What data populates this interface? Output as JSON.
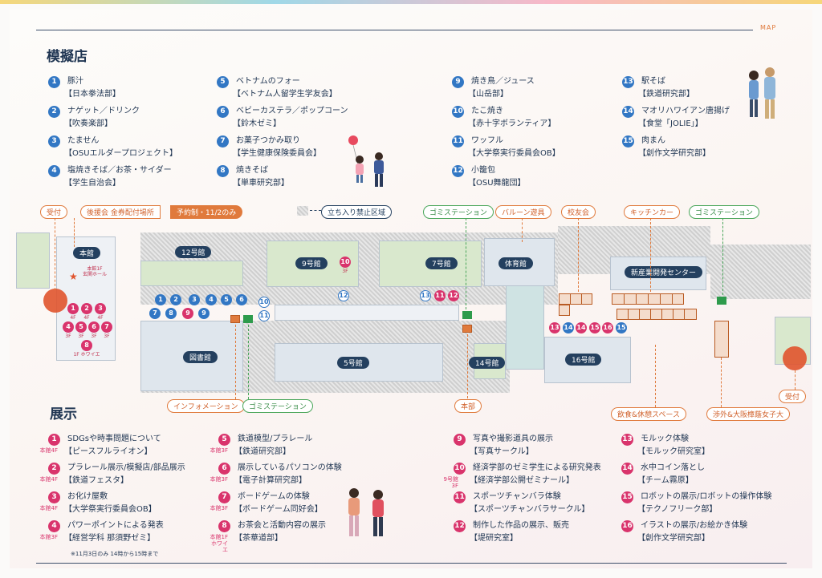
{
  "header": {
    "map_label": "MAP"
  },
  "stalls_section": {
    "title": "模擬店",
    "items": [
      {
        "n": "1",
        "title": "豚汁",
        "org": "【日本拳法部】"
      },
      {
        "n": "2",
        "title": "ナゲット／ドリンク",
        "org": "【吹奏楽部】"
      },
      {
        "n": "3",
        "title": "たません",
        "org": "【OSUエルダープロジェクト】"
      },
      {
        "n": "4",
        "title": "塩焼きそば／お茶・サイダー",
        "org": "【学生自治会】"
      },
      {
        "n": "5",
        "title": "ベトナムのフォー",
        "org": "【ベトナム人留学生学友会】"
      },
      {
        "n": "6",
        "title": "ベビーカステラ／ポップコーン",
        "org": "【鈴木ゼミ】"
      },
      {
        "n": "7",
        "title": "お菓子つかみ取り",
        "org": "【学生健康保険委員会】"
      },
      {
        "n": "8",
        "title": "焼きそば",
        "org": "【単車研究部】"
      },
      {
        "n": "9",
        "title": "焼き鳥／ジュース",
        "org": "【山岳部】"
      },
      {
        "n": "10",
        "title": "たこ焼き",
        "org": "【赤十字ボランティア】"
      },
      {
        "n": "11",
        "title": "ワッフル",
        "org": "【大学祭実行委員会OB】"
      },
      {
        "n": "12",
        "title": "小籠包",
        "org": "【OSU舞龍団】"
      },
      {
        "n": "13",
        "title": "駅そば",
        "org": "【鉄道研究部】"
      },
      {
        "n": "14",
        "title": "マオリハワイアン唐揚げ",
        "org": "【食堂「JOLIE」】"
      },
      {
        "n": "15",
        "title": "肉まん",
        "org": "【創作文学研究部】"
      }
    ]
  },
  "exhibits_section": {
    "title": "展示",
    "items": [
      {
        "n": "1",
        "floor": "本館4F",
        "title": "SDGsや時事問題について",
        "org": "【ピースフルライオン】"
      },
      {
        "n": "2",
        "floor": "本館4F",
        "title": "プラレール展示/模擬店/部品展示",
        "org": "【鉄道フェスタ】"
      },
      {
        "n": "3",
        "floor": "本館4F",
        "title": "お化け屋敷",
        "org": "【大学祭実行委員会OB】"
      },
      {
        "n": "4",
        "floor": "本館3F",
        "title": "パワーポイントによる発表",
        "org": "【経営学科 那須野ゼミ】"
      },
      {
        "n": "5",
        "floor": "本館3F",
        "title": "鉄道模型/プラレール",
        "org": "【鉄道研究部】"
      },
      {
        "n": "6",
        "floor": "本館3F",
        "title": "展示しているパソコンの体験",
        "org": "【電子計算研究部】"
      },
      {
        "n": "7",
        "floor": "本館3F",
        "title": "ボードゲームの体験",
        "org": "【ボードゲーム同好会】"
      },
      {
        "n": "8",
        "floor": "本館1F ホワイエ",
        "title": "お茶会と活動内容の展示",
        "org": "【茶華道部】"
      },
      {
        "n": "9",
        "floor": "",
        "title": "写真や撮影道具の展示",
        "org": "【写真サークル】"
      },
      {
        "n": "10",
        "floor": "9号館3F",
        "title": "経済学部のゼミ学生による研究発表",
        "org": "【経済学部公開ゼミナール】"
      },
      {
        "n": "11",
        "floor": "",
        "title": "スポーツチャンバラ体験",
        "org": "【スポーツチャンバラサークル】"
      },
      {
        "n": "12",
        "floor": "",
        "title": "制作した作品の展示、販売",
        "org": "【堤研究室】"
      },
      {
        "n": "13",
        "floor": "",
        "title": "モルック体験",
        "org": "【モルック研究室】"
      },
      {
        "n": "14",
        "floor": "",
        "title": "水中コイン落とし",
        "org": "【チーム霧原】"
      },
      {
        "n": "15",
        "floor": "",
        "title": "ロボットの展示/ロボットの操作体験",
        "org": "【テクノフリーク部】"
      },
      {
        "n": "16",
        "floor": "",
        "title": "イラストの展示/お絵かき体験",
        "org": "【創作文学研究部】"
      }
    ],
    "note": "※11月3日のみ 14時から15時まで"
  },
  "map": {
    "buildings": {
      "main": "本館",
      "b12": "12号館",
      "b9": "9号館",
      "b7": "7号館",
      "gym": "体育館",
      "center": "新産業開発センター",
      "library": "図書館",
      "b5": "5号館",
      "b14": "14号館",
      "b16": "16号館"
    },
    "main_hall_label": "本館1F\n玄関ホール",
    "main_1f_foyer": "1F ホワイエ",
    "tags": {
      "reception_left": "受付",
      "supporters": "後援会 金券配付場所",
      "reservation": "予約制・11/2のみ",
      "restricted": "立ち入り禁止区域",
      "gomi1": "ゴミステーション",
      "balloon": "バルーン遊具",
      "alumni": "校友会",
      "kitchencar": "キッチンカー",
      "gomi2": "ゴミステーション",
      "info": "インフォメーション",
      "gomi3": "ゴミステーション",
      "hq": "本部",
      "rest": "飲食&休憩スペース",
      "shougai": "渉外&大阪樟蔭女子大",
      "reception_right": "受付"
    },
    "floor_labels": {
      "f4": "4F",
      "f3": "3F",
      "b9_3f": "3F"
    }
  }
}
